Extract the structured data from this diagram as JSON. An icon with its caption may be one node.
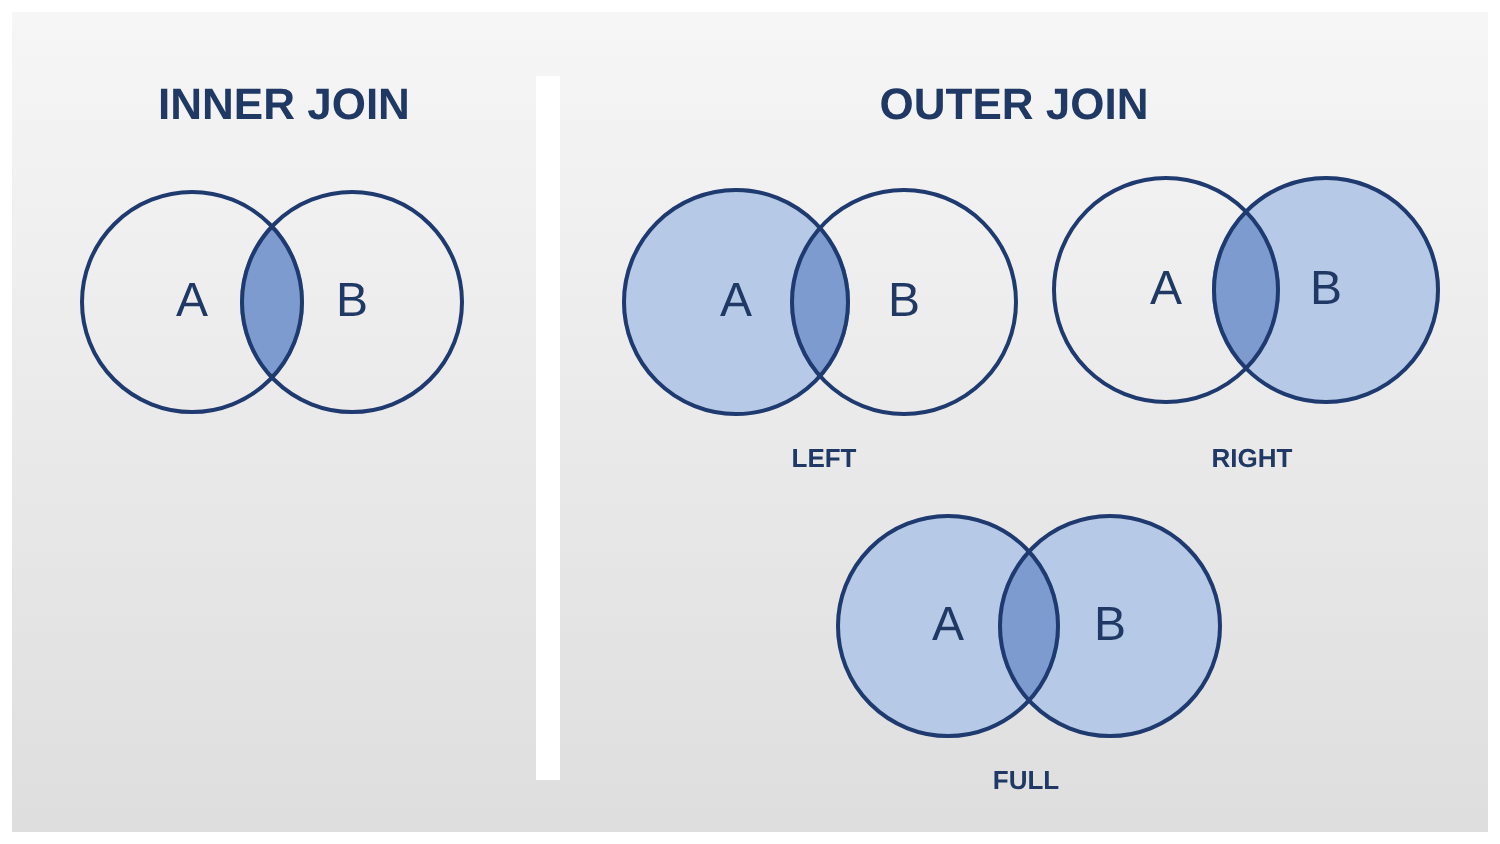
{
  "diagram": {
    "nodes": [
      {
        "text": [
          "A"
        ]
      },
      {
        "text": [
          "B"
        ]
      },
      {
        "text": [
          "A"
        ]
      },
      {
        "text": [
          "B"
        ]
      },
      {
        "text": [
          "A"
        ]
      },
      {
        "text": [
          "B"
        ]
      },
      {
        "text": [
          "A"
        ]
      },
      {
        "text": [
          "B"
        ]
      }
    ],
    "labels": [
      "INNER JOIN",
      "OUTER JOIN",
      "LEFT",
      "RIGHT",
      "FULL"
    ]
  }
}
